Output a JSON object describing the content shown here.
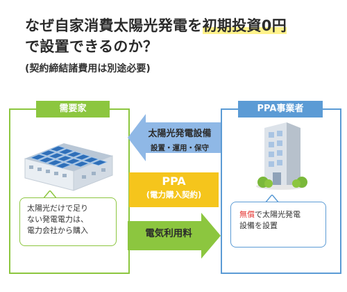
{
  "title": {
    "line1_prefix": "なぜ自家消費太陽光発電を",
    "line1_highlight": "初期投資0円",
    "line2": "で設置できるのか？",
    "subtitle": "(契約締結諸費用は別途必要)"
  },
  "customer": {
    "label": "需要家",
    "bubble_line1": "太陽光だけで足り",
    "bubble_line2": "ない発電電力は、",
    "bubble_line3": "電力会社から購入",
    "color": "#8cc63f",
    "icon": "factory-with-solar-panels-icon"
  },
  "provider": {
    "label": "PPA事業者",
    "bubble_free": "無償",
    "bubble_rest1": "で太陽光発電",
    "bubble_line2": "設備を設置",
    "color": "#5b9bd5",
    "icon": "office-building-icon"
  },
  "arrows": {
    "equipment_title": "太陽光発電設備",
    "equipment_sub": "設置・運用・保守",
    "equipment_color": "#8fb8e6",
    "ppa_title": "PPA",
    "ppa_sub": "(電力購入契約)",
    "ppa_color": "#f5c51c",
    "fee_title": "電気利用料",
    "fee_color": "#8cc63f"
  }
}
